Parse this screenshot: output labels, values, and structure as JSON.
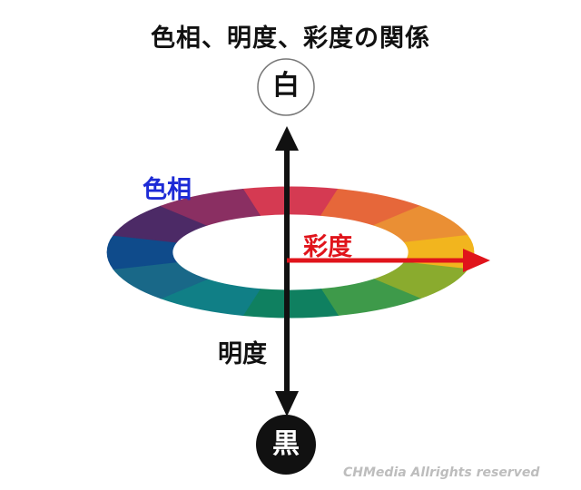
{
  "title": "色相、明度、彩度の関係",
  "labels": {
    "hue": "色相",
    "chroma": "彩度",
    "value": "明度",
    "white": "白",
    "black": "黒"
  },
  "credit": "CHMedia Allrights reserved",
  "colors": {
    "hue_label": "#1d2bd6",
    "chroma_arrow": "#e0141b",
    "value_arrow": "#111111"
  },
  "hue_ring": [
    {
      "color": "#d53a52"
    },
    {
      "color": "#e6673a"
    },
    {
      "color": "#ea8f34"
    },
    {
      "color": "#f2b51e"
    },
    {
      "color": "#8aab2e"
    },
    {
      "color": "#3e9a4a"
    },
    {
      "color": "#0f8060"
    },
    {
      "color": "#107f86"
    },
    {
      "color": "#196888"
    },
    {
      "color": "#0f4b8b"
    },
    {
      "color": "#4c2a66"
    },
    {
      "color": "#8a2f62"
    }
  ]
}
